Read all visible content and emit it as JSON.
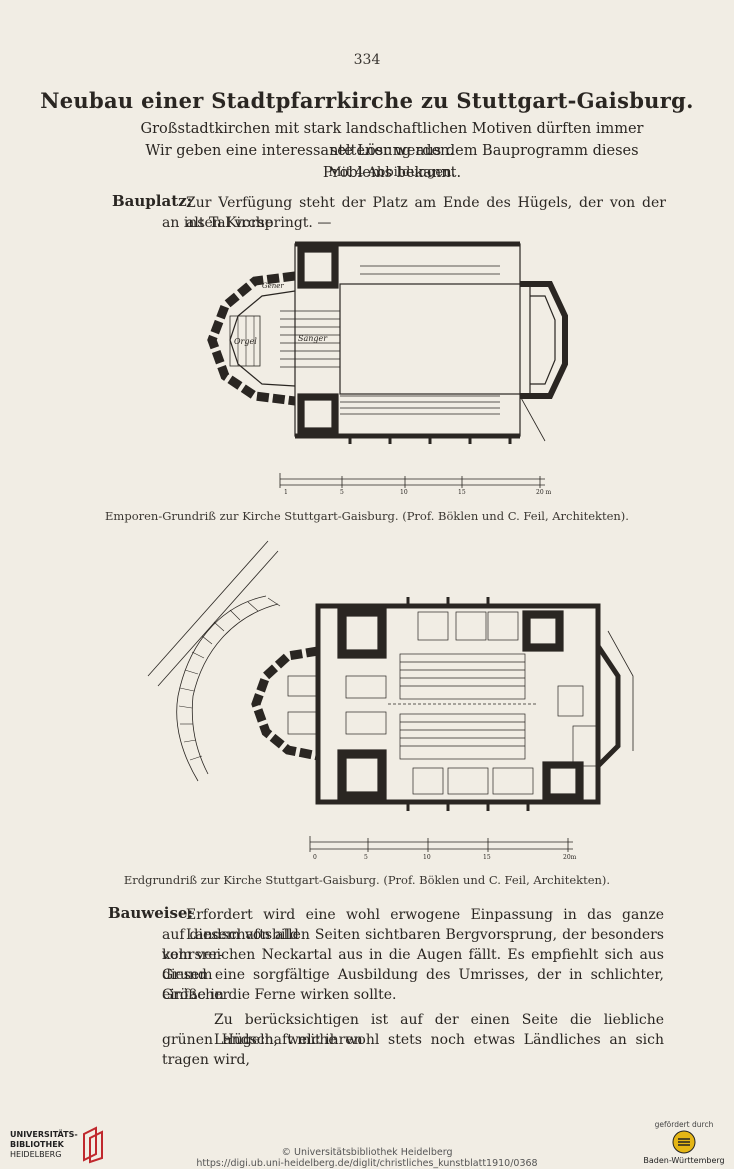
{
  "page_number": "334",
  "title": "Neubau einer Stadtpfarrkirche zu Stuttgart-Gaisburg.",
  "intro": {
    "line1": "Großstadtkirchen mit stark landschaftlichen Motiven dürften immer seltener werden.",
    "line2": "Wir geben eine interessante Lösung aus dem Bauprogramm dieses Problems bekannt.",
    "line3": "Mit 4 Abbildungen."
  },
  "bauplatz": {
    "label": "Bauplatz:",
    "line1": "Zur Verfügung steht der Platz am Ende des Hügels, der von der alten Kirche",
    "line2": "an ins Tal vorspringt. —"
  },
  "figure1": {
    "caption": "Emporen-Grundriß zur Kirche Stuttgart-Gaisburg. (Prof. Böklen und C. Feil, Architekten).",
    "labels": {
      "organ": "Orgel",
      "singers": "Sänger",
      "gallery": "Gener"
    },
    "scale": [
      "1",
      "5",
      "10",
      "15",
      "20 m"
    ]
  },
  "figure2": {
    "caption": "Erdgrundriß zur Kirche Stuttgart-Gaisburg. (Prof. Böklen und C. Feil, Architekten).",
    "scale": [
      "0",
      "5",
      "10",
      "15",
      "20m"
    ]
  },
  "bauweise": {
    "label": "Bauweise:",
    "lines": [
      "Erfordert wird eine wohl erwogene Einpassung in das ganze Landschaftsbild",
      "auf diesem von allen Seiten sichtbaren Bergvorsprung, der besonders vom ver-",
      "kehrsreichen Neckartal aus in die Augen fällt. Es empfiehlt sich aus diesem",
      "Grund eine sorgfältige Ausbildung des Umrisses, der in schlichter, einfacher",
      "Größe in die Ferne wirken sollte."
    ],
    "para2": [
      "Zu berücksichtigen ist auf der einen Seite die liebliche Landschaft mit ihren",
      "grünen Hügeln, welche wohl stets noch etwas Ländliches an sich tragen wird,"
    ]
  },
  "footer": {
    "copyright": "© Universitätsbibliothek Heidelberg",
    "url": "https://digi.ub.uni-heidelberg.de/diglit/christliches_kunstblatt1910/0368",
    "library": [
      "UNIVERSITÄTS-",
      "BIBLIOTHEK",
      "HEIDELBERG"
    ],
    "sponsor_label": "gefördert durch",
    "sponsor_name": "Baden-Württemberg"
  }
}
